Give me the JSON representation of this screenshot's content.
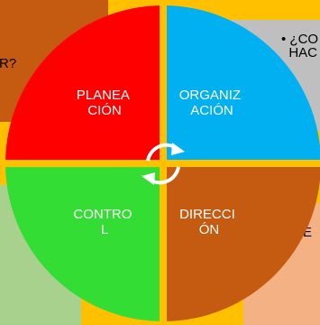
{
  "quadrants": [
    {
      "id": "planeacion",
      "lines": [
        "PLANEA",
        "CIÓN"
      ],
      "color": "#ff0000"
    },
    {
      "id": "organizacion",
      "lines": [
        "ORGANIZ",
        "ACIÓN"
      ],
      "color": "#00b0f0"
    },
    {
      "id": "control",
      "lines": [
        "CONTRO",
        "L"
      ],
      "color": "#33dd33"
    },
    {
      "id": "direccion",
      "lines": [
        "DIRECCI",
        "ÓN"
      ],
      "color": "#c55a11"
    }
  ],
  "side_boxes": {
    "top_left": {
      "text": "R?",
      "color": "#c55a11"
    },
    "top_right": {
      "text": "• ¿CO\n  HAC",
      "color": "#bfbfbf"
    },
    "bottom_left": {
      "color": "#a9d18e"
    },
    "bottom_right": {
      "text": "VE",
      "color": "#f4b183"
    }
  },
  "colors": {
    "background": "#ffc000",
    "separator": "#ffc000",
    "arrow": "#ffffff"
  },
  "icons": {
    "cycle": "circular-arrows-icon"
  }
}
